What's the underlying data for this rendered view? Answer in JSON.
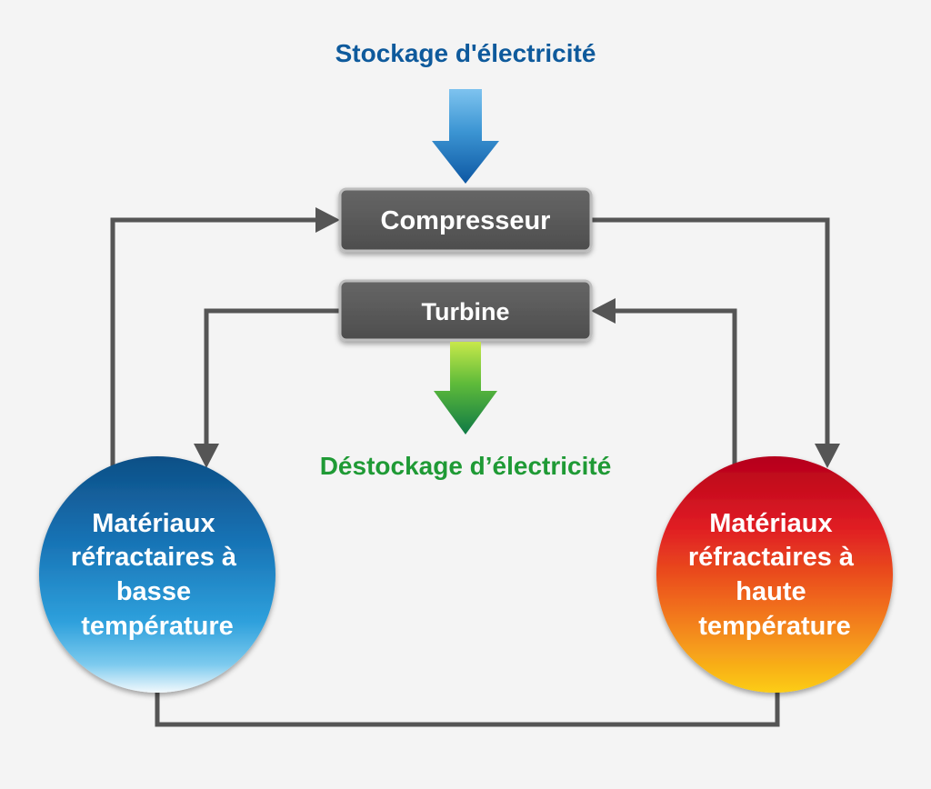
{
  "labels": {
    "storage": "Stockage d'électricité",
    "destorage": "Déstockage d’électricité",
    "compressor": "Compresseur",
    "turbine": "Turbine",
    "low_temp": [
      "Matériaux",
      "réfractaires à",
      "basse",
      "température"
    ],
    "high_temp": [
      "Matériaux",
      "réfractaires à",
      "haute",
      "température"
    ]
  },
  "colors": {
    "background": "#f4f4f4",
    "storage_text": "#0e5a9c",
    "destorage_text": "#1f9a35",
    "box_fill": "#555555",
    "box_border": "#bdbdbd",
    "flow_line": "#555555"
  },
  "icons": {
    "storage_arrow": "down-arrow-blue",
    "destorage_arrow": "down-arrow-green"
  }
}
